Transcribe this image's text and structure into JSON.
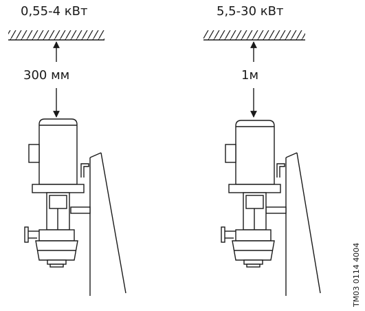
{
  "left": {
    "power_label": "0,55-4 кВт",
    "distance_label": "300 мм"
  },
  "right": {
    "power_label": "5,5-30 кВт",
    "distance_label": "1м"
  },
  "drawing_code": "TM03 0114 4004",
  "colors": {
    "line": "#1a1a1a",
    "background": "#ffffff"
  }
}
